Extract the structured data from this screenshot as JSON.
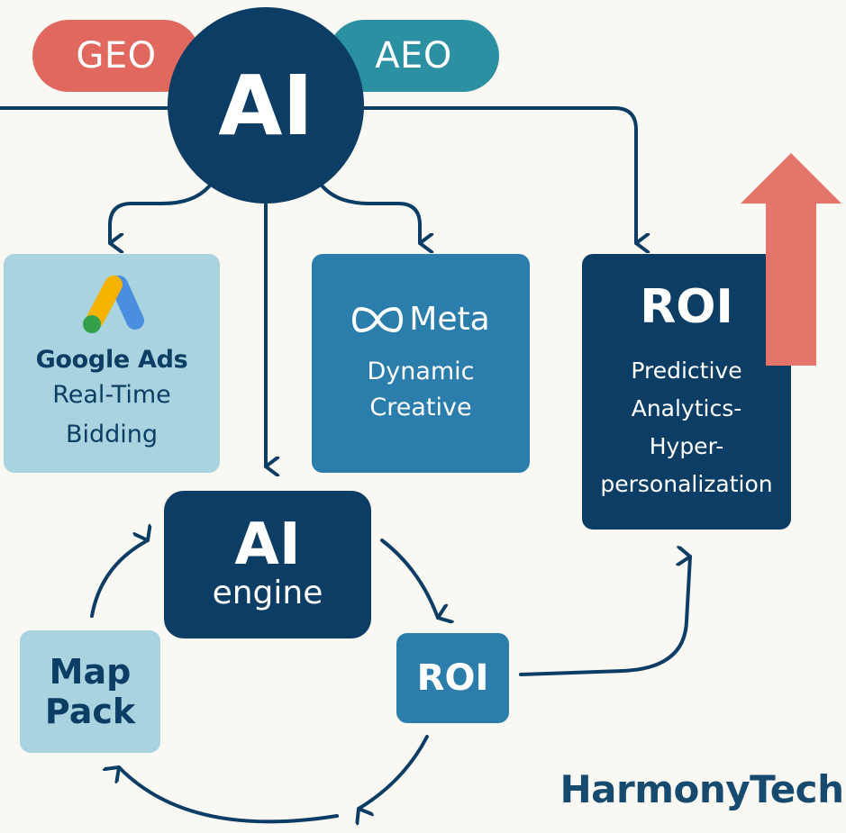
{
  "top_pills": {
    "geo": "GEO",
    "aeo": "AEO"
  },
  "hub": {
    "label": "AI"
  },
  "google_card": {
    "brand": "Google Ads",
    "line1": "Real-Time",
    "line2": "Bidding"
  },
  "meta_card": {
    "brand": "Meta",
    "line1": "Dynamic",
    "line2": "Creative"
  },
  "roi_card": {
    "title": "ROI",
    "line1": "Predictive",
    "line2": "Analytics-",
    "line3": "Hyper-",
    "line4": "personalization"
  },
  "engine": {
    "title": "AI",
    "subtitle": "engine"
  },
  "roi_node": {
    "label": "ROI"
  },
  "map_pack": {
    "line1": "Map",
    "line2": "Pack"
  },
  "brand": {
    "name": "HarmonyTech"
  },
  "colors": {
    "navy": "#0c3d64",
    "mid_blue": "#2b7eab",
    "light_blue": "#a8d3df",
    "coral": "#e0685e",
    "teal": "#2c90a3",
    "background": "#f9f8f3"
  },
  "icons": [
    "google-ads-logo-icon",
    "meta-infinity-logo-icon",
    "growth-up-arrow-icon"
  ]
}
